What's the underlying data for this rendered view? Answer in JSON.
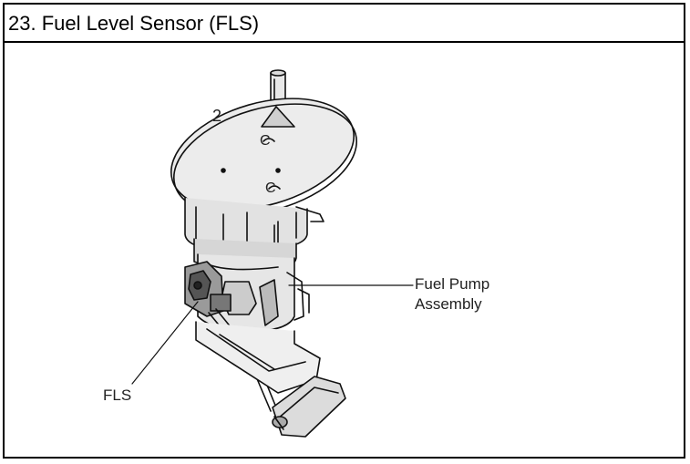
{
  "title": "23. Fuel Level Sensor (FLS)",
  "labels": {
    "fuel_pump_line1": "Fuel Pump",
    "fuel_pump_line2": "Assembly",
    "fls": "FLS"
  },
  "flange_marks": [
    "2",
    "C",
    "C"
  ]
}
